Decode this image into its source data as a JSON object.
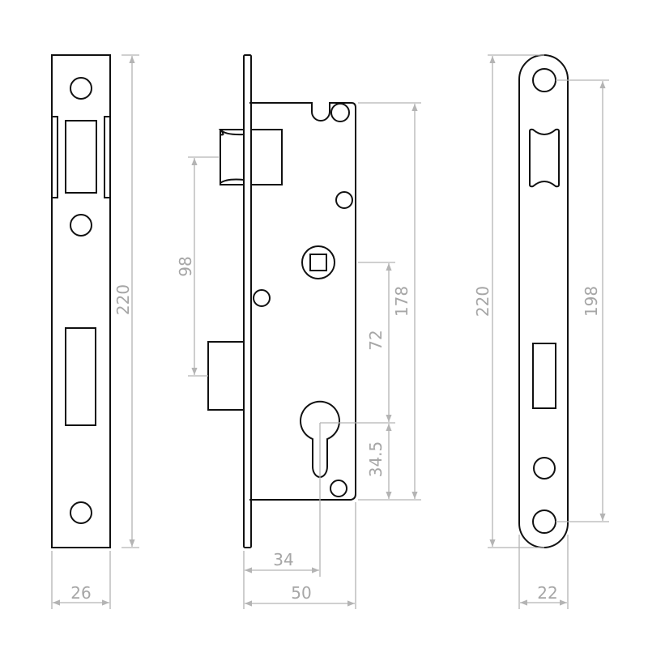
{
  "drawing": {
    "colors": {
      "outline": "#111111",
      "dimension": "#b4b4b4"
    },
    "faceplate_view": {
      "height_label": "220",
      "width_label": "26"
    },
    "lock_body_view": {
      "bolt_spacing_label": "98",
      "body_height_label": "178",
      "spindle_to_cylinder_label": "72",
      "cylinder_to_bottom_label": "34.5",
      "backset_label": "34",
      "body_depth_label": "50"
    },
    "strike_plate_view": {
      "height_label": "220",
      "screw_spacing_label": "198",
      "width_label": "22"
    }
  }
}
